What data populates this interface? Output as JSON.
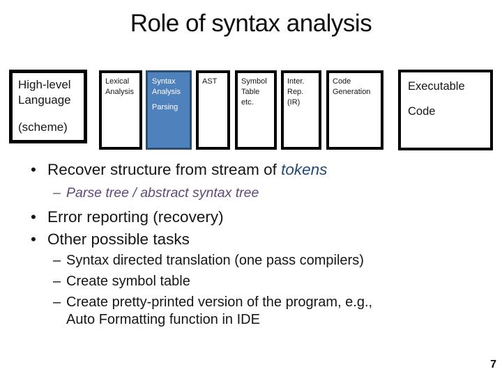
{
  "title": "Role of syntax analysis",
  "page_number": "7",
  "markers": {
    "bullet": "•",
    "dash": "–"
  },
  "colors": {
    "syntax_box_fill": "#4f81bd",
    "syntax_box_border": "#2a4d74",
    "tokens_text": "#1f497d",
    "sub_bullet_purple": "#5f497a",
    "box_border_black": "#000000"
  },
  "diagram": {
    "high_level_box": {
      "line1": "High-level",
      "line2": "Language",
      "note": "(scheme)"
    },
    "lexical_box": {
      "line1": "Lexical",
      "line2": "Analysis"
    },
    "syntax_box": {
      "line1": "Syntax",
      "line2": "Analysis",
      "line3": "Parsing"
    },
    "ast_box": {
      "label": "AST"
    },
    "symbol_table_box": {
      "line1": "Symbol",
      "line2": "Table",
      "line3": "etc."
    },
    "ir_box": {
      "line1": "Inter.",
      "line2": "Rep.",
      "line3": "(IR)"
    },
    "code_gen_box": {
      "line1": "Code",
      "line2": "Generation"
    },
    "executable_box": {
      "line1": "Executable",
      "line2": "Code"
    }
  },
  "bullets": {
    "recover_text": "Recover structure from stream of ",
    "recover_emphasis": "tokens",
    "parse_tree_sub": "Parse tree / abstract syntax tree",
    "error_reporting": "Error reporting (recovery)",
    "other_tasks": "Other possible tasks",
    "other_sub1": "Syntax directed translation (one pass compilers)",
    "other_sub2": "Create symbol table",
    "other_sub3": "Create pretty-printed version of the program, e.g., Auto Formatting function in IDE"
  }
}
